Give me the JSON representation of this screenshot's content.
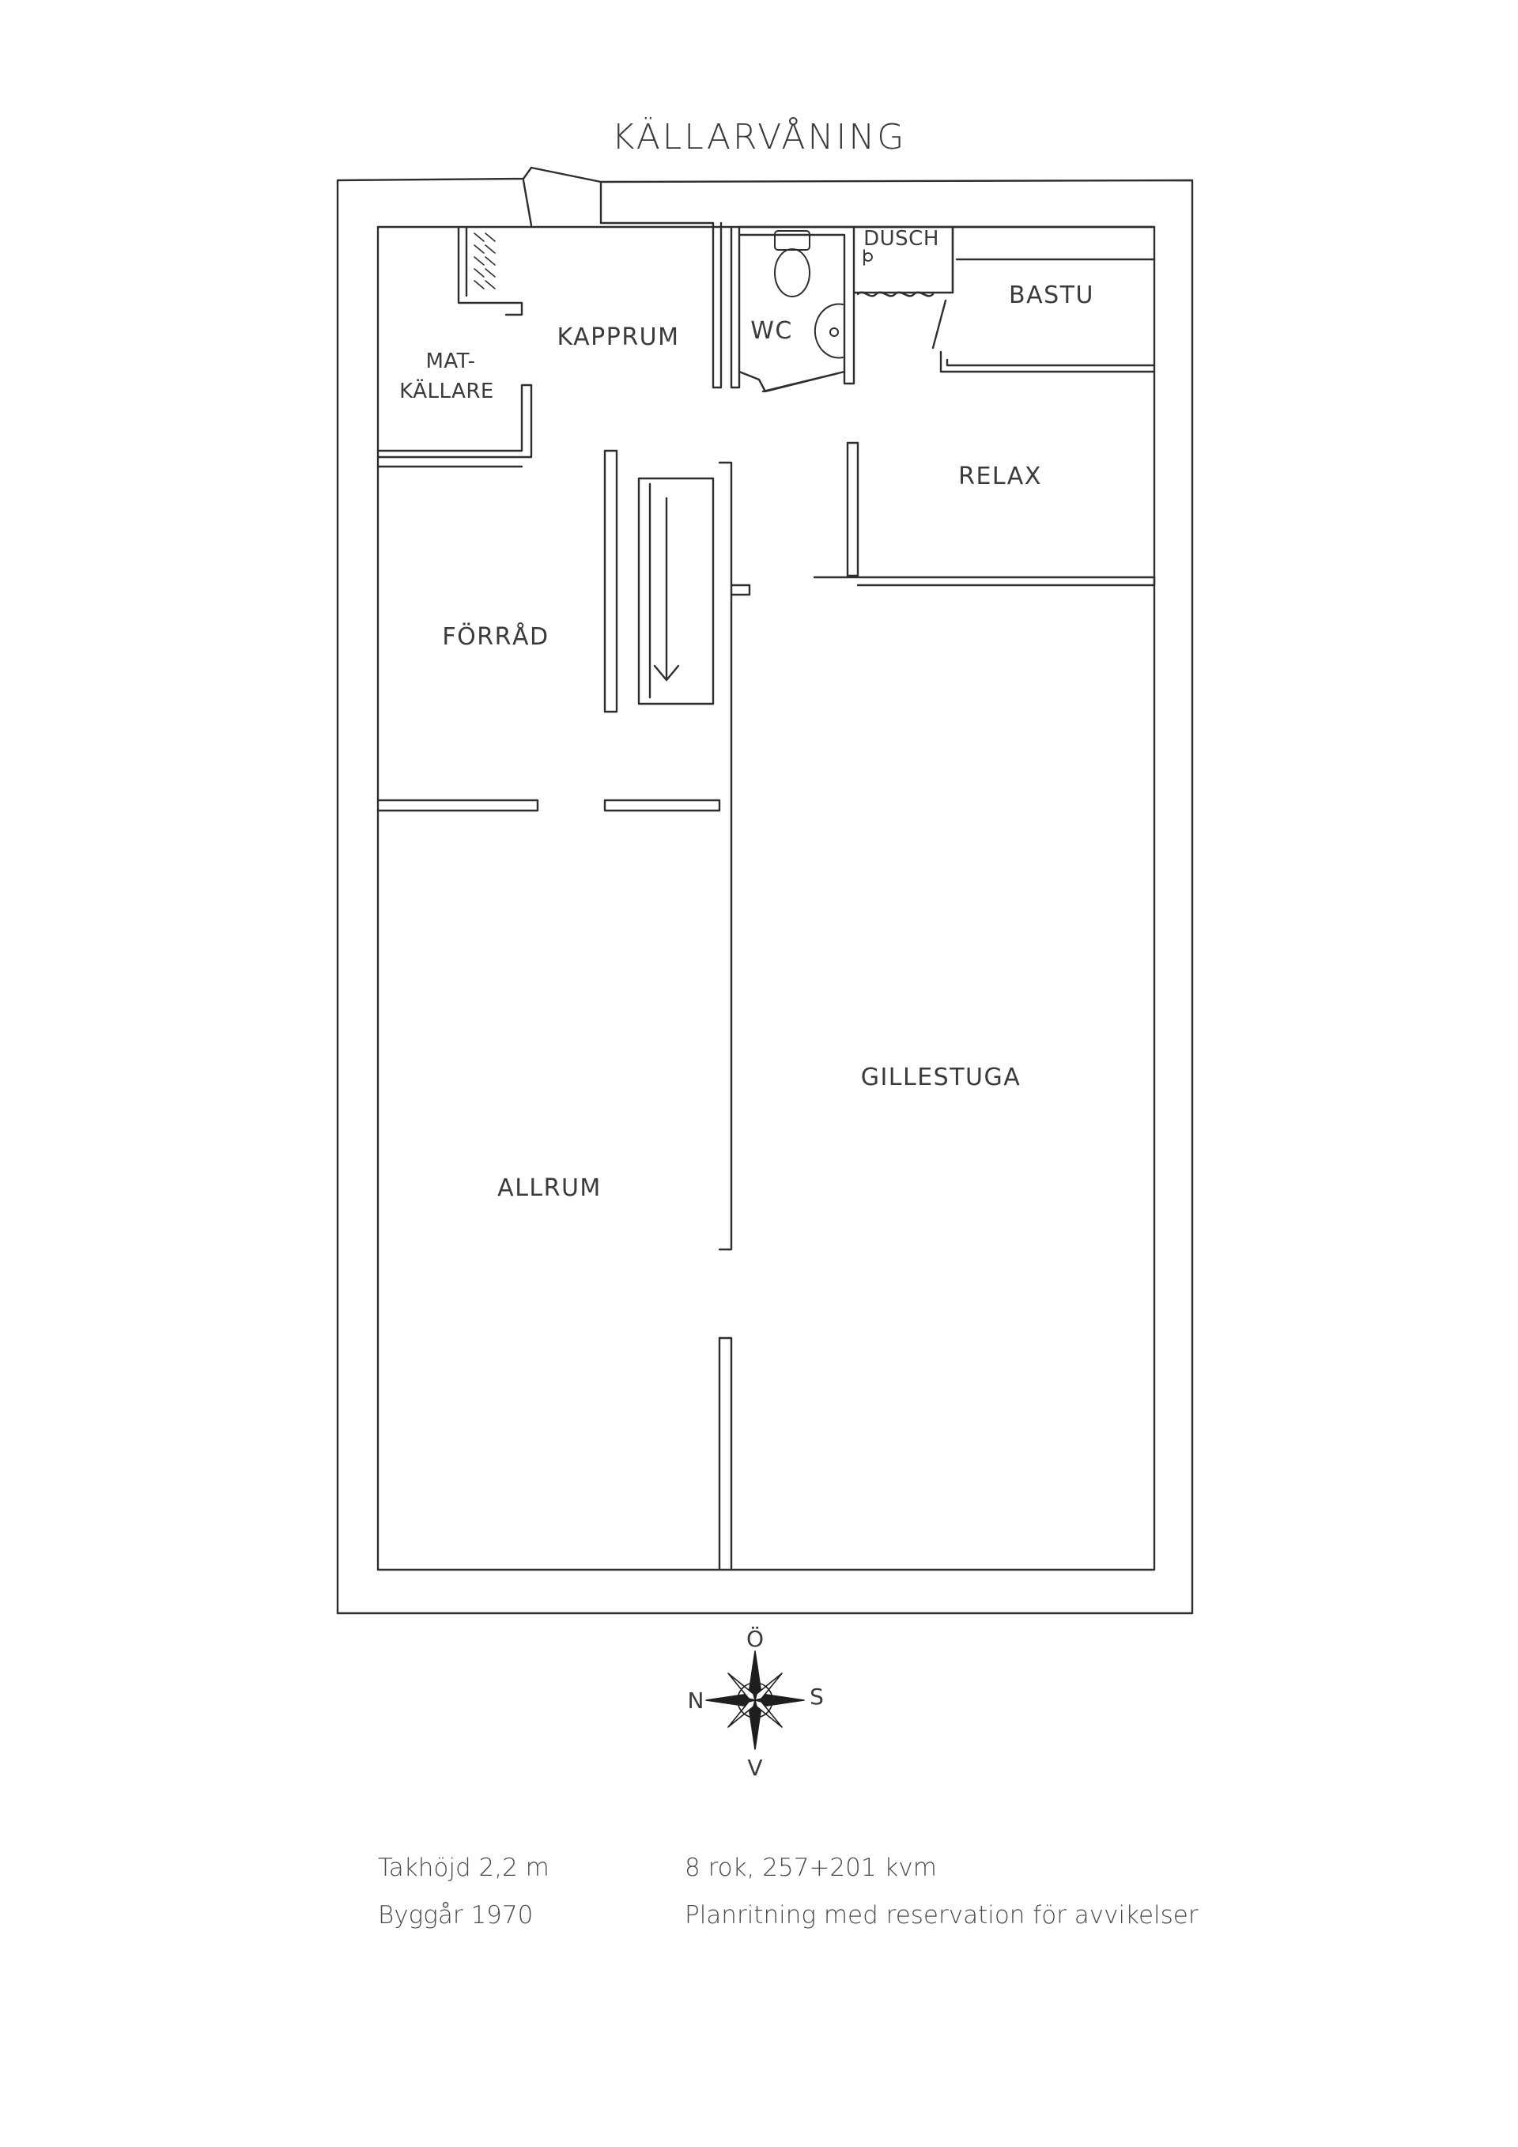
{
  "title": "KÄLLARVÅNING",
  "rooms": {
    "matkallare_line1": "MAT-",
    "matkallare_line2": "KÄLLARE",
    "kapprum": "KAPPRUM",
    "wc": "WC",
    "dusch": "DUSCH",
    "bastu": "BASTU",
    "relax": "RELAX",
    "forrad": "FÖRRÅD",
    "gillestuga": "GILLESTUGA",
    "allrum": "ALLRUM"
  },
  "compass": {
    "north_label": "N",
    "east_label": "Ö",
    "south_label": "S",
    "west_label": "V"
  },
  "footer": {
    "ceiling_height": "Takhöjd 2,2 m",
    "build_year": "Byggår 1970",
    "rooms_area": "8 rok, 257+201 kvm",
    "disclaimer": "Planritning med reservation för avvikelser"
  }
}
